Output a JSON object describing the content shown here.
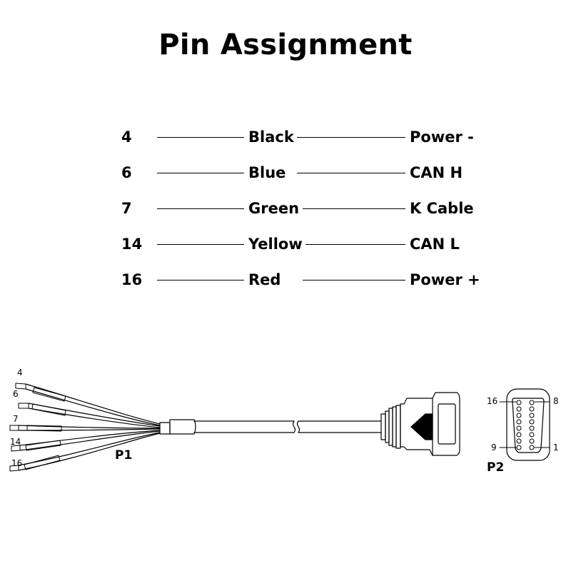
{
  "title": "Pin Assignment",
  "rows": [
    {
      "pin": "4",
      "color": "Black",
      "function": "Power -"
    },
    {
      "pin": "6",
      "color": "Blue",
      "function": "CAN H"
    },
    {
      "pin": "7",
      "color": "Green",
      "function": "K Cable"
    },
    {
      "pin": "14",
      "color": "Yellow",
      "function": "CAN L"
    },
    {
      "pin": "16",
      "color": "Red",
      "function": "Power +"
    }
  ],
  "diagram": {
    "wire_labels": [
      "4",
      "6",
      "7",
      "14",
      "16"
    ],
    "p1_label": "P1",
    "p2_label": "P2",
    "connector_pins": {
      "top_left": "16",
      "top_right": "8",
      "bottom_left": "9",
      "bottom_right": "1"
    }
  }
}
